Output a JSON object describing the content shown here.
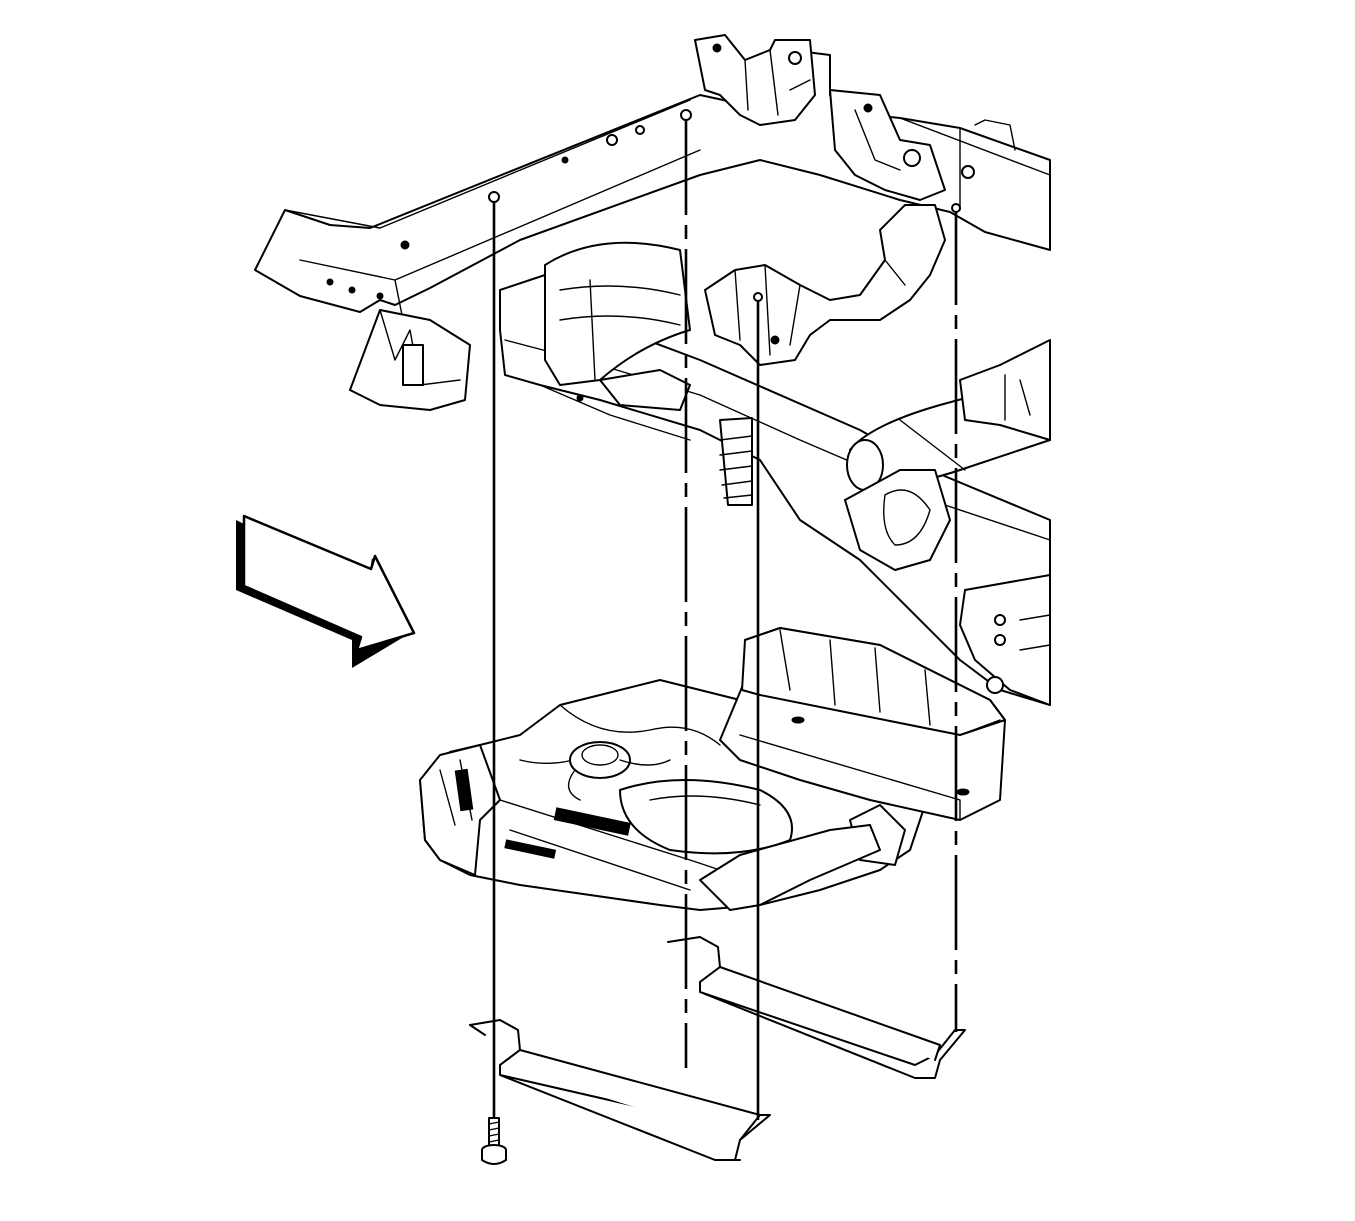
{
  "figure": {
    "description_free": true,
    "colors": {
      "ink": "#000000",
      "paper": "#ffffff"
    },
    "components": [
      {
        "name": "vehicle-frame",
        "icon": "frame-rails"
      },
      {
        "name": "fuel-tank",
        "icon": "fuel-tank"
      },
      {
        "name": "fuel-tank-strap-front",
        "icon": "strap"
      },
      {
        "name": "fuel-tank-strap-rear",
        "icon": "strap"
      },
      {
        "name": "strap-bolt",
        "icon": "bolt"
      },
      {
        "name": "direction-arrow",
        "icon": "arrow-right"
      }
    ]
  }
}
